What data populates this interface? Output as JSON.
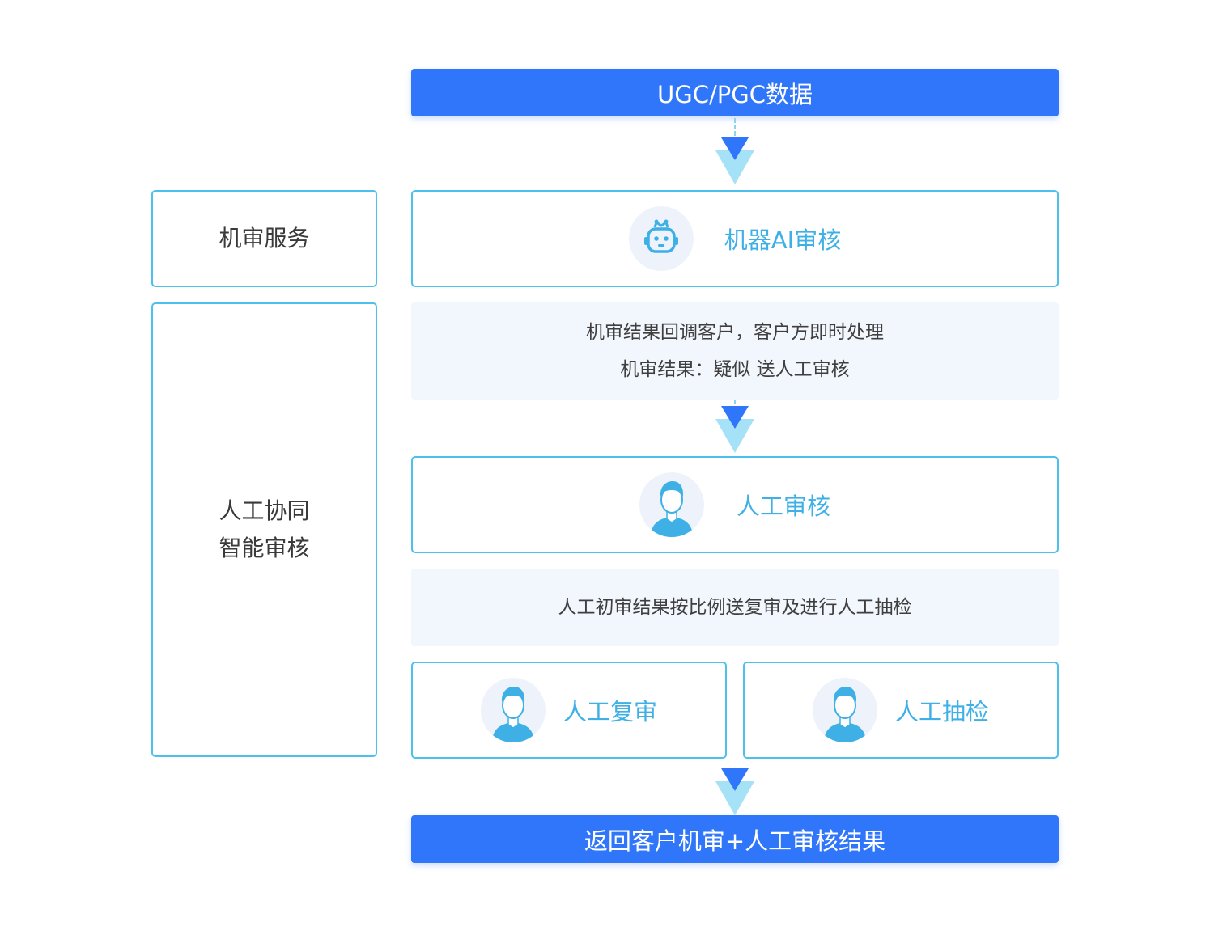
{
  "top_banner": {
    "label": "UGC/PGC数据"
  },
  "side_boxes": {
    "machine": {
      "label": "机审服务"
    },
    "collab": {
      "line1": "人工协同",
      "line2": "智能审核"
    }
  },
  "machine_card": {
    "label": "机器AI审核",
    "icon": "robot-icon"
  },
  "note1": {
    "line1": "机审结果回调客户，客户方即时处理",
    "line2": "机审结果：疑似 送人工审核"
  },
  "human_card": {
    "label": "人工审核",
    "icon": "person-icon"
  },
  "note2": {
    "line1": "人工初审结果按比例送复审及进行人工抽检"
  },
  "recheck_card": {
    "label": "人工复审",
    "icon": "person-icon"
  },
  "spotcheck_card": {
    "label": "人工抽检",
    "icon": "person-icon"
  },
  "bottom_banner": {
    "label": "返回客户机审+人工审核结果"
  },
  "colors": {
    "primary_blue": "#2f76fb",
    "accent_cyan": "#4cc1ee",
    "text_cyan": "#3fb0e6",
    "note_background": "#f2f6fd"
  }
}
